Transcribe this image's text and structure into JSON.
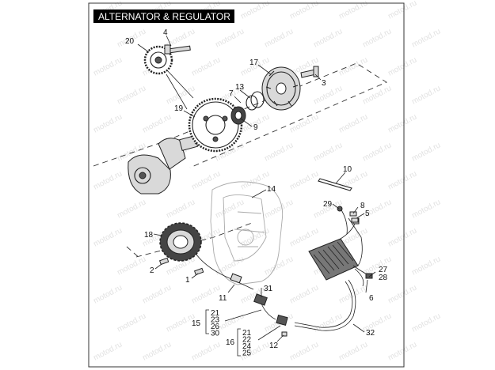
{
  "title": "ALTERNATOR & REGULATOR",
  "watermark": "motod.ru",
  "callouts": {
    "c1": "1",
    "c2": "2",
    "c3": "3",
    "c4": "4",
    "c5": "5",
    "c6": "6",
    "c7": "7",
    "c8": "8",
    "c9": "9",
    "c10": "10",
    "c11": "11",
    "c12": "12",
    "c13": "13",
    "c14": "14",
    "c15": "15",
    "c16": "16",
    "c17": "17",
    "c18": "18",
    "c19": "19",
    "c20": "20",
    "c27": "27",
    "c28": "28",
    "c29": "29",
    "c31": "31",
    "c32": "32"
  },
  "group15": [
    "21",
    "23",
    "26",
    "30"
  ],
  "group16": [
    "21",
    "22",
    "24",
    "25"
  ]
}
